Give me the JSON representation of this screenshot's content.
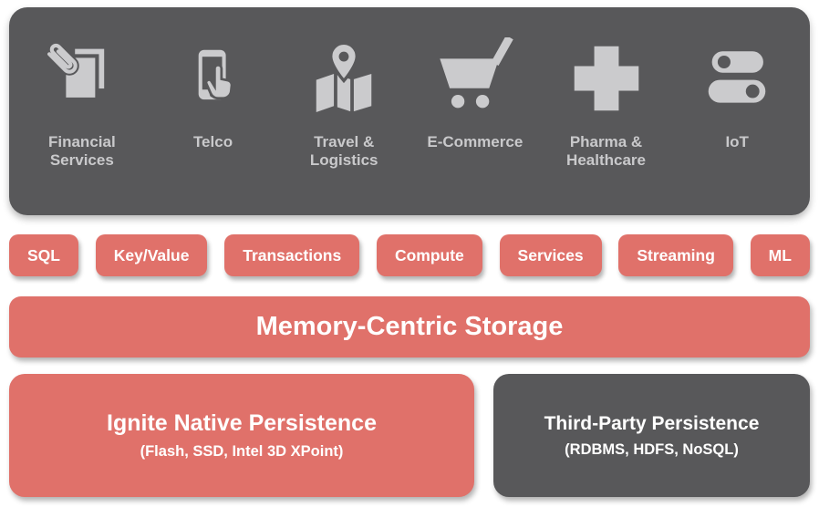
{
  "industries": {
    "items": [
      {
        "label": "Financial\nServices",
        "icon": "paperclip-documents-icon"
      },
      {
        "label": "Telco",
        "icon": "phone-touch-icon"
      },
      {
        "label": "Travel &\nLogistics",
        "icon": "map-pin-icon"
      },
      {
        "label": "E-Commerce",
        "icon": "shopping-cart-icon"
      },
      {
        "label": "Pharma &\nHealthcare",
        "icon": "medical-cross-icon"
      },
      {
        "label": "IoT",
        "icon": "toggle-switches-icon"
      }
    ]
  },
  "api_pills": {
    "items": [
      {
        "label": "SQL"
      },
      {
        "label": "Key/Value"
      },
      {
        "label": "Transactions"
      },
      {
        "label": "Compute"
      },
      {
        "label": "Services"
      },
      {
        "label": "Streaming"
      },
      {
        "label": "ML"
      }
    ]
  },
  "storage_bar": {
    "label": "Memory-Centric Storage"
  },
  "persistence": {
    "native": {
      "title": "Ignite Native Persistence",
      "subtitle": "(Flash, SSD, Intel 3D XPoint)"
    },
    "third_party": {
      "title": "Third-Party Persistence",
      "subtitle": "(RDBMS, HDFS, NoSQL)"
    }
  },
  "colors": {
    "accent_red": "#e0716a",
    "dark_gray": "#58585a",
    "icon_gray": "#cbcbcd",
    "background": "#ffffff"
  }
}
